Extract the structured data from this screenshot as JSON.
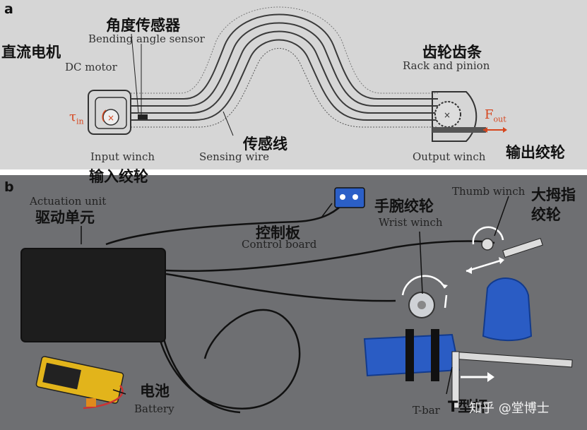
{
  "panel_a": {
    "letter": "a",
    "dc_motor_zh": "直流电机",
    "dc_motor_en": "DC motor",
    "angle_sensor_zh": "角度传感器",
    "angle_sensor_en": "Bending angle sensor",
    "rack_zh": "齿轮齿条",
    "rack_en": "Rack and pinion",
    "tau_symbol": "τ",
    "tau_sub": "in",
    "f_symbol": "F",
    "f_sub": "out",
    "input_winch_en": "Input winch",
    "input_winch_zh": "输入绞轮",
    "sensing_wire_zh": "传感线",
    "sensing_wire_en": "Sensing wire",
    "output_winch_en": "Output winch",
    "output_winch_zh": "输出绞轮",
    "colors": {
      "background": "#d6d6d6",
      "force_arrow": "#d6461e"
    }
  },
  "panel_b": {
    "letter": "b",
    "actuation_en": "Actuation unit",
    "actuation_zh": "驱动单元",
    "control_zh": "控制板",
    "control_en": "Control board",
    "wrist_zh": "手腕绞轮",
    "wrist_en": "Wrist winch",
    "thumb_en": "Thumb winch",
    "thumb_zh_1": "大拇指",
    "thumb_zh_2": "绞轮",
    "battery_zh": "电池",
    "battery_en": "Battery",
    "tbar_en": "T-bar",
    "tbar_zh": "T型杆",
    "watermark": "知乎 @堂博士",
    "colors": {
      "background": "#6e6f72",
      "brace_blue": "#2a5cc4"
    }
  }
}
